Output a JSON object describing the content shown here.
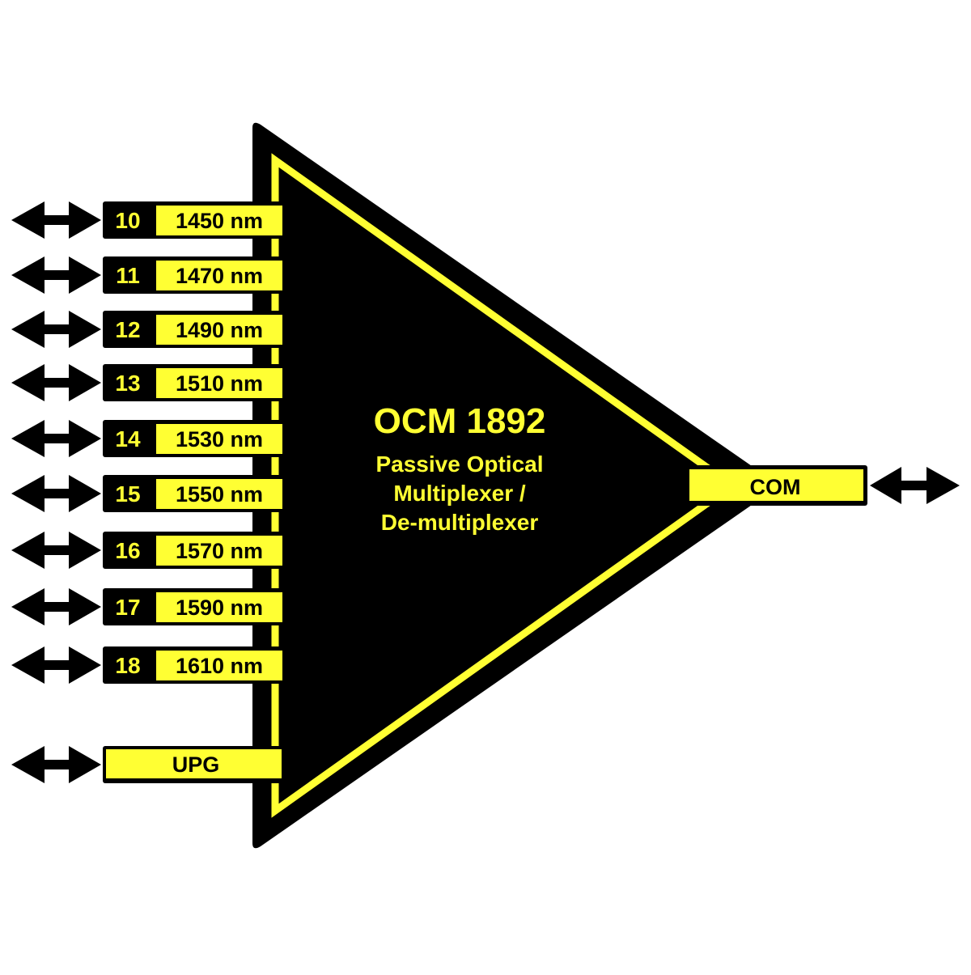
{
  "colors": {
    "body": "#000000",
    "accent": "#ffff33",
    "background": "#ffffff"
  },
  "device": {
    "title": "OCM 1892",
    "subtitle_lines": [
      "Passive Optical",
      "Multiplexer /",
      "De-multiplexer"
    ]
  },
  "ports": [
    {
      "number": "10",
      "wavelength": "1450 nm"
    },
    {
      "number": "11",
      "wavelength": "1470 nm"
    },
    {
      "number": "12",
      "wavelength": "1490 nm"
    },
    {
      "number": "13",
      "wavelength": "1510 nm"
    },
    {
      "number": "14",
      "wavelength": "1530 nm"
    },
    {
      "number": "15",
      "wavelength": "1550 nm"
    },
    {
      "number": "16",
      "wavelength": "1570 nm"
    },
    {
      "number": "17",
      "wavelength": "1590 nm"
    },
    {
      "number": "18",
      "wavelength": "1610 nm"
    }
  ],
  "upgrade_port": {
    "label": "UPG"
  },
  "common_port": {
    "label": "COM"
  },
  "icons": {
    "port_arrow": "double-headed-arrow-icon"
  }
}
